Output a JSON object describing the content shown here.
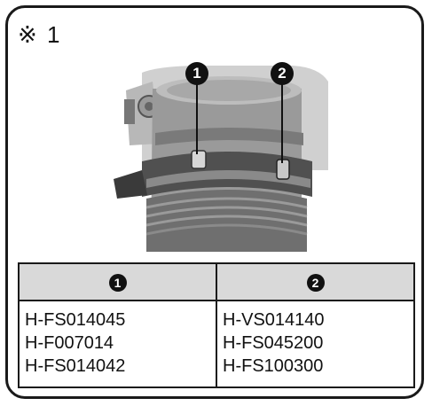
{
  "note": {
    "mark": "※ 1"
  },
  "callouts": [
    {
      "label": "1"
    },
    {
      "label": "2"
    }
  ],
  "table": {
    "headers": [
      "1",
      "2"
    ],
    "columns": [
      [
        "H-FS014045",
        "H-F007014",
        "H-FS014042"
      ],
      [
        "H-VS014140",
        "H-FS045200",
        "H-FS100300"
      ]
    ]
  }
}
